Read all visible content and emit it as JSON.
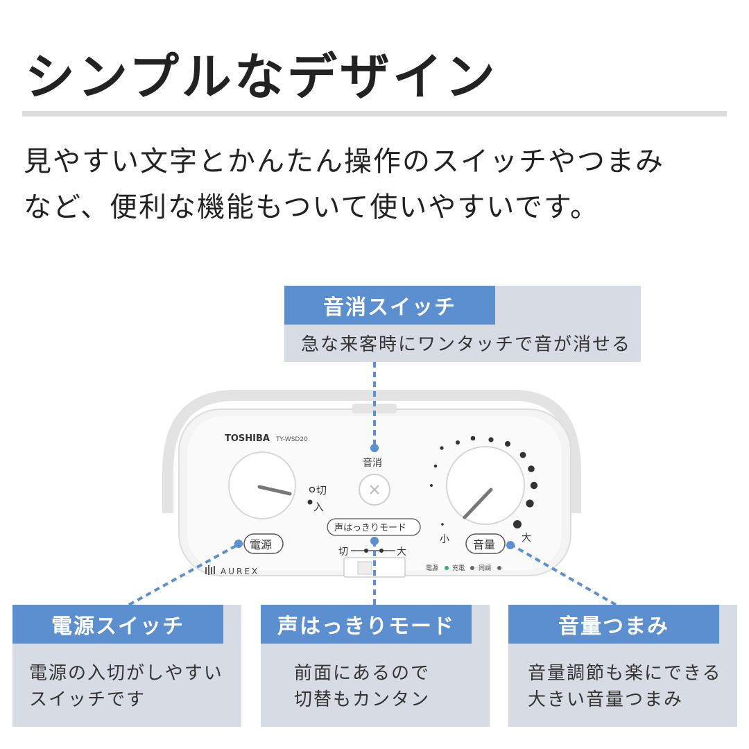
{
  "title": "シンプルなデザイン",
  "intro": {
    "line1": "見やすい文字とかんたん操作のスイッチやつまみ",
    "line2": "など、便利な機能もついて使いやすいです。"
  },
  "callouts": {
    "mute": {
      "heading": "音消スイッチ",
      "body1": "急な来客時にワンタッチで音が消せる"
    },
    "power": {
      "heading": "電源スイッチ",
      "body1": "電源の入切がしやすい",
      "body2": "スイッチです"
    },
    "voice": {
      "heading": "声はっきりモード",
      "body1": "前面にあるので",
      "body2": "切替もカンタン"
    },
    "volume": {
      "heading": "音量つまみ",
      "body1": "音量調節も楽にできる",
      "body2": "大きい音量つまみ"
    }
  },
  "device": {
    "brand": "TOSHIBA",
    "model": "TY-WSD20",
    "power_off": "切",
    "power_on": "入",
    "power_label": "電源",
    "mute_label": "音消",
    "voice_mode_label": "声はっきりモード",
    "voice_off": "切",
    "voice_high": "大",
    "volume_label": "音量",
    "volume_min": "小",
    "volume_max": "大",
    "logo": "AUREX",
    "indicator_power": "電源",
    "indicator_charge": "充電",
    "indicator_sync": "同調"
  },
  "colors": {
    "accent": "#5b8fd0",
    "callout_bg": "#d6dbe4",
    "indicator_green": "#2fb36a"
  }
}
